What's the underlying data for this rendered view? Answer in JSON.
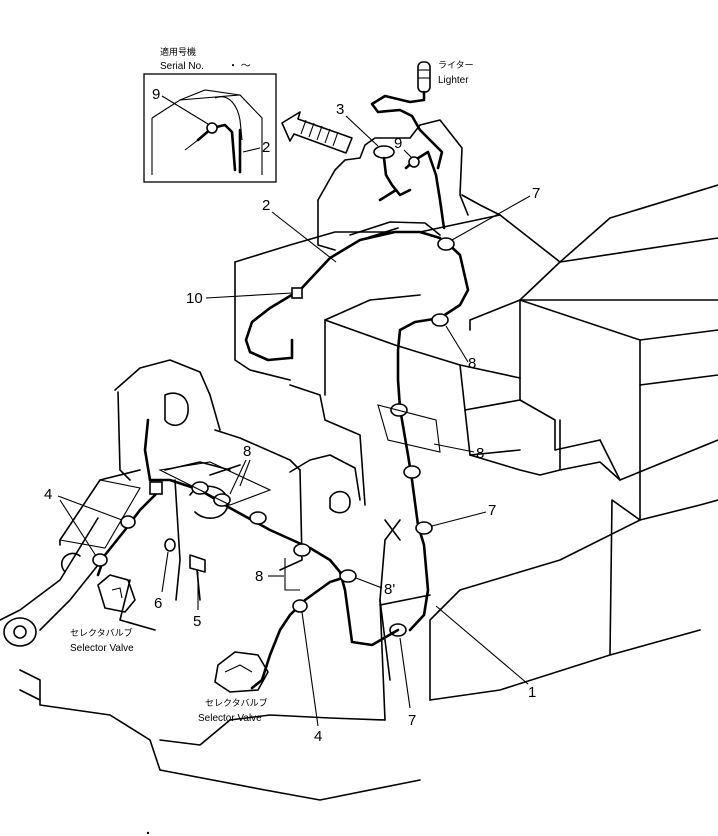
{
  "inset": {
    "applicable_jp": "適用号機",
    "serial_label": "Serial No.",
    "serial_range": "・ ～"
  },
  "components": {
    "lighter_jp": "ライター",
    "lighter_en": "Lighter",
    "selector_valve_left_jp": "セレクタバルブ",
    "selector_valve_left_en": "Selector Valve",
    "selector_valve_bottom_jp": "セレクタバルブ",
    "selector_valve_bottom_en": "Selector Valve"
  },
  "callouts": {
    "inset_9": "9",
    "inset_2": "2",
    "c3": "3",
    "c9": "9",
    "c7_top": "7",
    "c2": "2",
    "c10": "10",
    "c8_right": "8",
    "c8_mid": "8",
    "c7_mid": "7",
    "c8_top_left": "8",
    "c4_left": "4",
    "c6": "6",
    "c5": "5",
    "c8_bracket": "8",
    "c8_prime": "8'",
    "c1": "1",
    "c7_bottom": "7",
    "c4_bottom": "4"
  }
}
